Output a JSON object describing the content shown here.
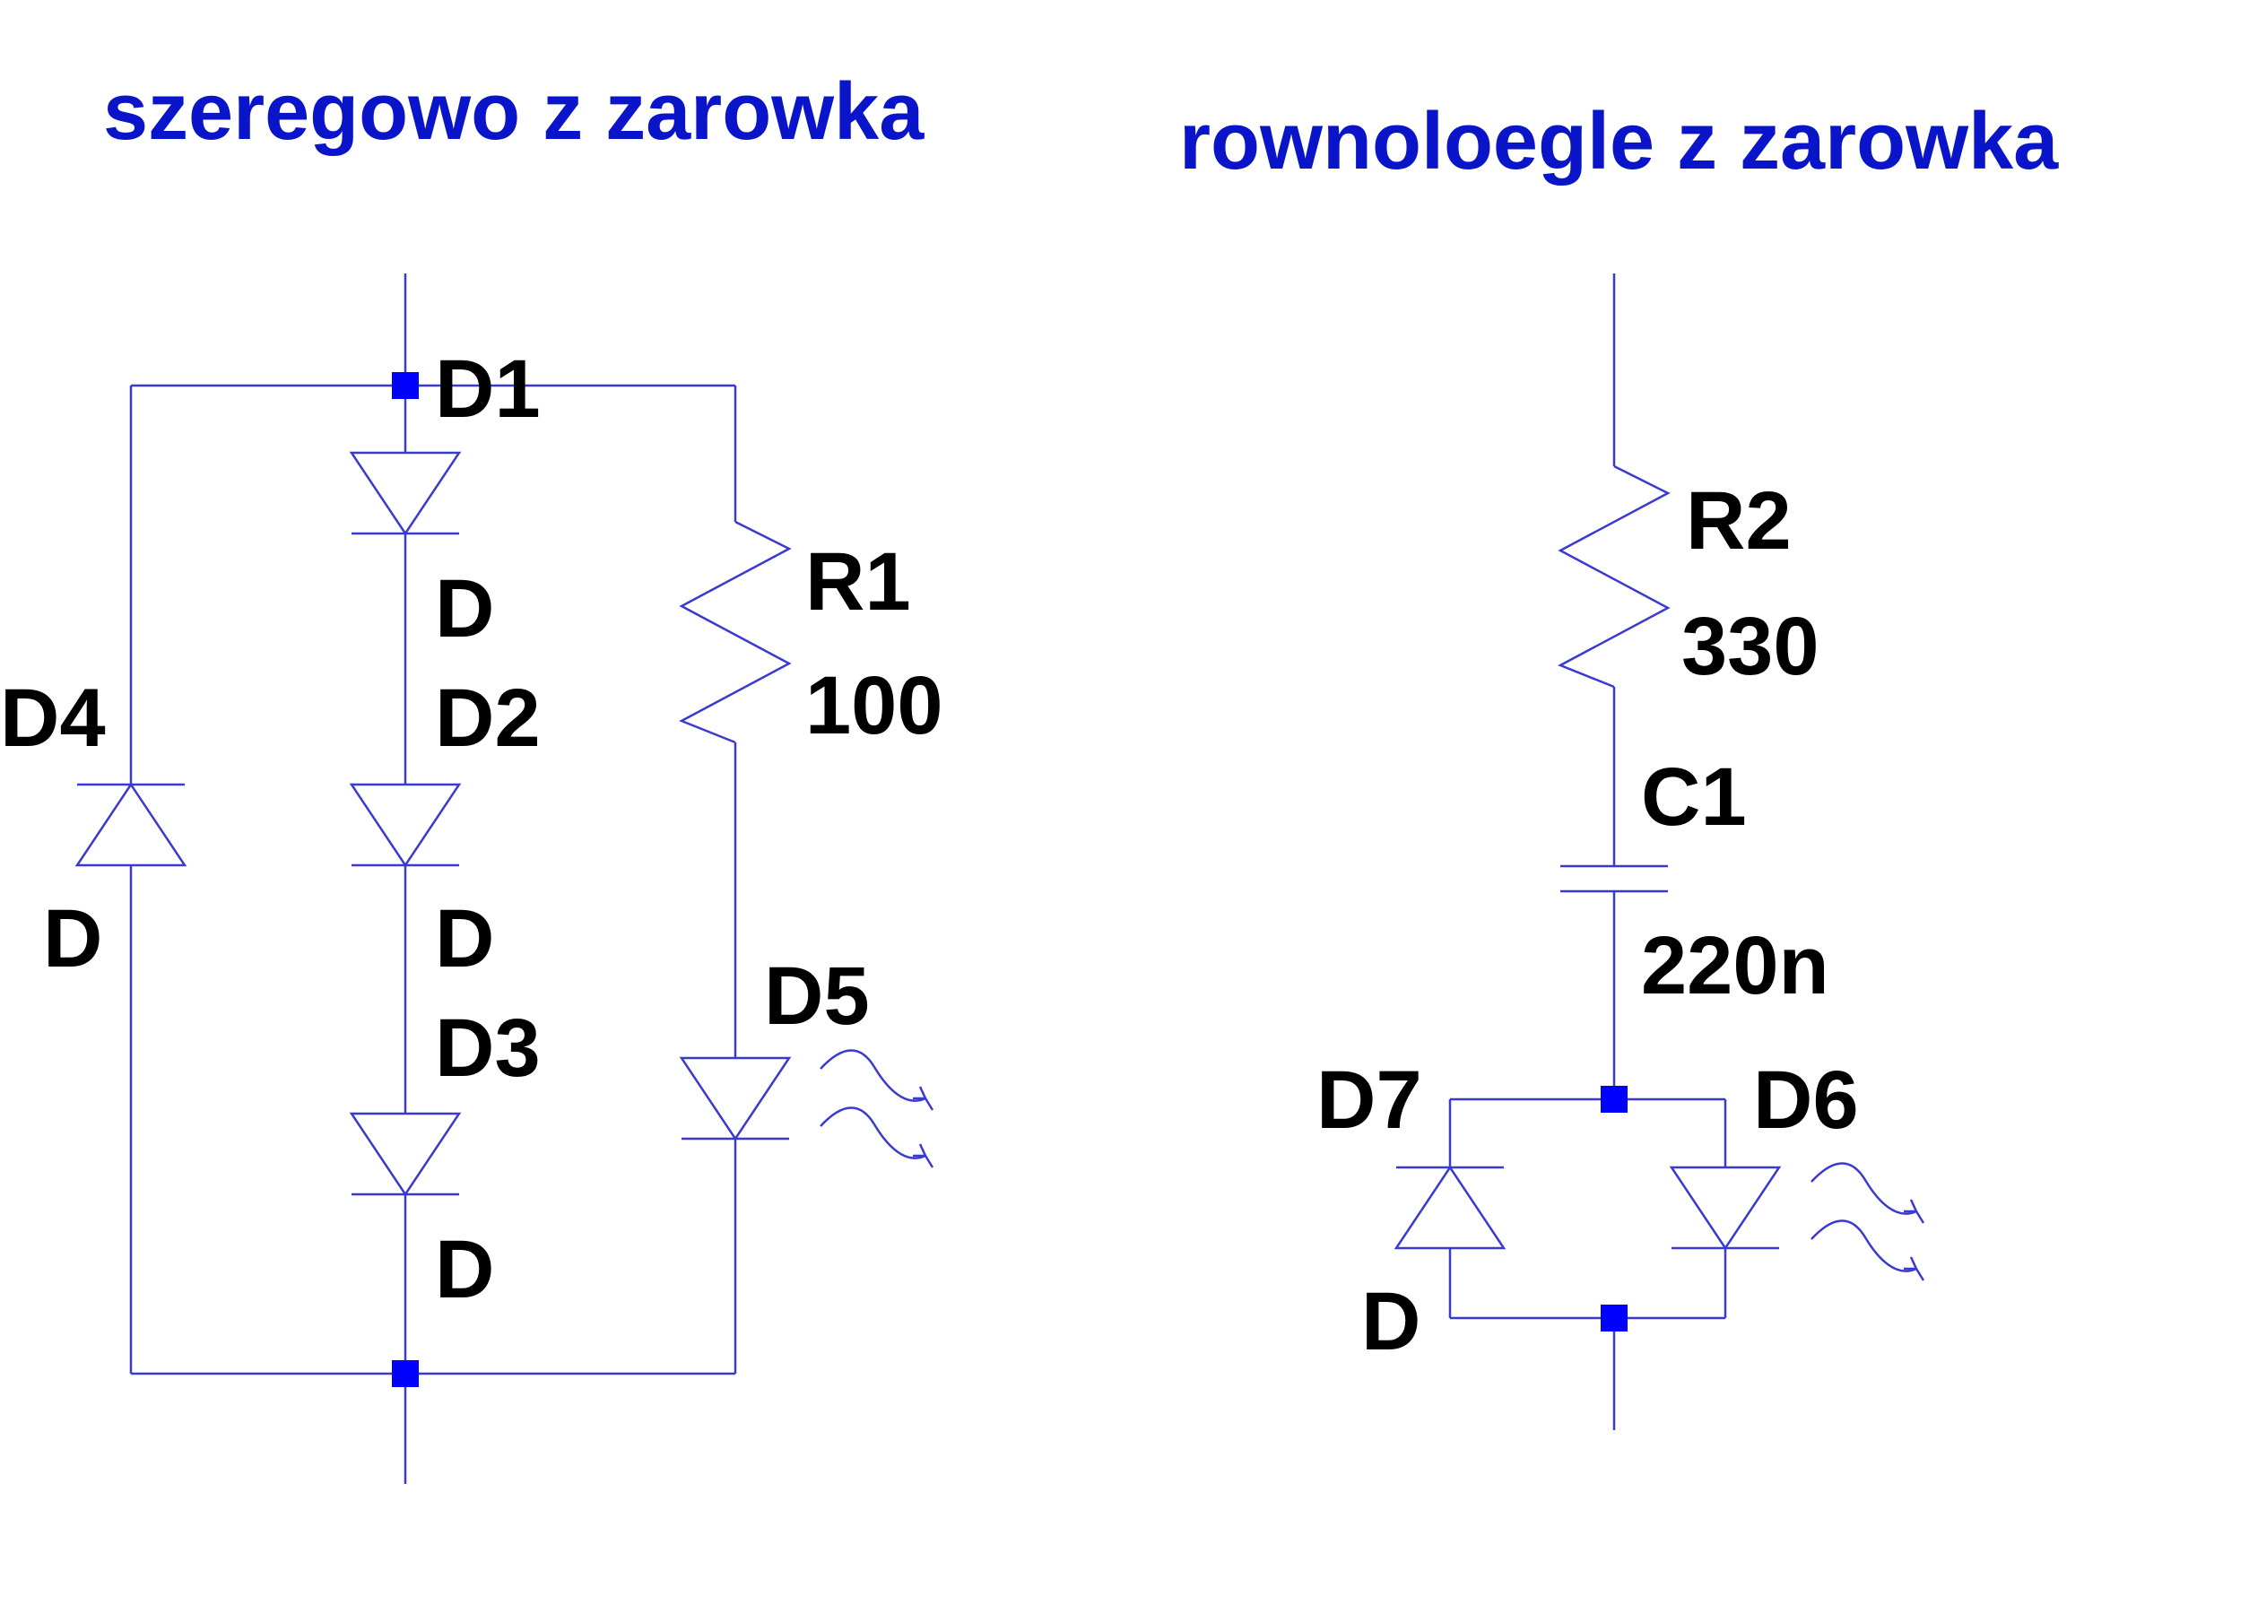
{
  "titles": {
    "left": "szeregowo z zarowka",
    "right": "rownoloegle z zarowka"
  },
  "left_circuit": {
    "D1": {
      "name": "D1",
      "value": "D"
    },
    "D2": {
      "name": "D2",
      "value": "D"
    },
    "D3": {
      "name": "D3",
      "value": "D"
    },
    "D4": {
      "name": "D4",
      "value": "D"
    },
    "D5": {
      "name": "D5"
    },
    "R1": {
      "name": "R1",
      "value": "100"
    }
  },
  "right_circuit": {
    "R2": {
      "name": "R2",
      "value": "330"
    },
    "C1": {
      "name": "C1",
      "value": "220n"
    },
    "D6": {
      "name": "D6"
    },
    "D7": {
      "name": "D7",
      "value": "D"
    }
  },
  "colors": {
    "title": "#0a14c8",
    "wire": "#3a3ad0",
    "node": "#0000ff",
    "label": "#000000"
  }
}
